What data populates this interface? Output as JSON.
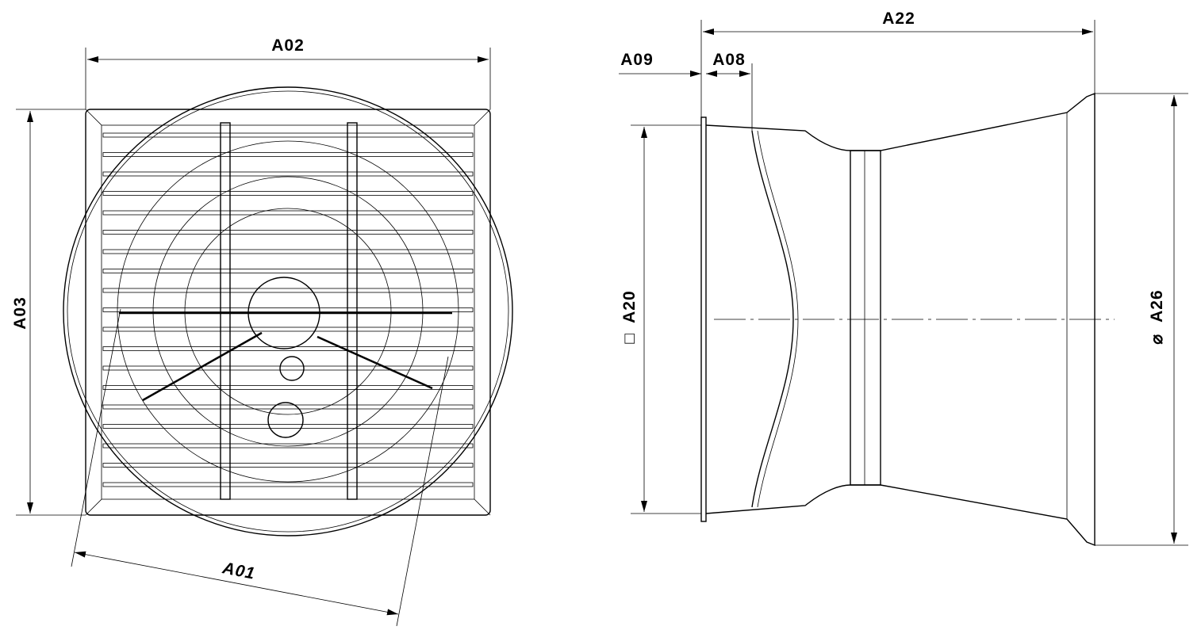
{
  "front_view": {
    "width_label": "A02",
    "height_label": "A03",
    "diagonal_label": "A01"
  },
  "side_view": {
    "depth_label": "A22",
    "flange_label": "A09",
    "offset_label": "A08",
    "square_symbol": "□",
    "square_label": "A20",
    "diameter_symbol": "⌀",
    "diameter_label": "A26"
  }
}
